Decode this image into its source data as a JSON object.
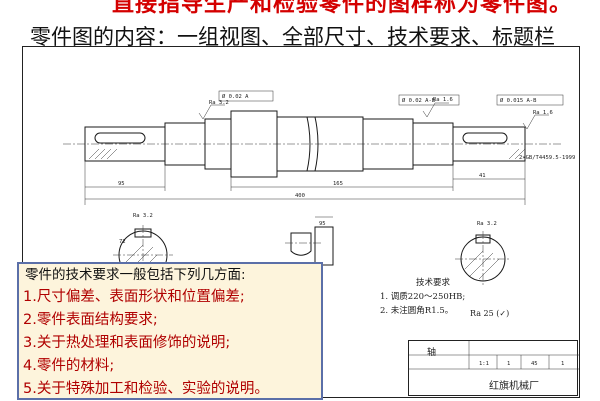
{
  "banner": {
    "text": "直接指导生产和检验零件的图样称为零件图。"
  },
  "heading": {
    "text": "零件图的内容：一组视图、全部尺寸、技术要求、标题栏"
  },
  "drawing": {
    "dims": {
      "total_length": "400",
      "segment_a": "165",
      "segment_b": "95",
      "segment_c": "95",
      "segment_d": "41",
      "segment_e": "72",
      "tol_left": "Ø 0.02  A",
      "tol_mid": "Ø 0.02  A-B",
      "tol_right": "Ø 0.015  A-B",
      "rough_left": "Ra 3.2",
      "rough_mid": "Ra 1.6",
      "rough_right": "Ra 1.6",
      "center_note": "2×GB/T4459.5-1999"
    }
  },
  "tech": {
    "title": "技术要求",
    "items": [
      "1. 调质220～250HB;",
      "2. 未注圆角R1.5。"
    ],
    "roughness": "Ra 25 (✓)"
  },
  "title_block": {
    "part_name": "轴",
    "company": "红旗机械厂",
    "cells": [
      "1:1",
      "1",
      "45",
      "1"
    ]
  },
  "overlay": {
    "title": "零件的技术要求一般包括下列几方面:",
    "items": [
      "1.尺寸偏差、表面形状和位置偏差;",
      "2.零件表面结构要求;",
      "3.关于热处理和表面修饰的说明;",
      "4.零件的材料;",
      "5.关于特殊加工和检验、实验的说明。"
    ]
  }
}
